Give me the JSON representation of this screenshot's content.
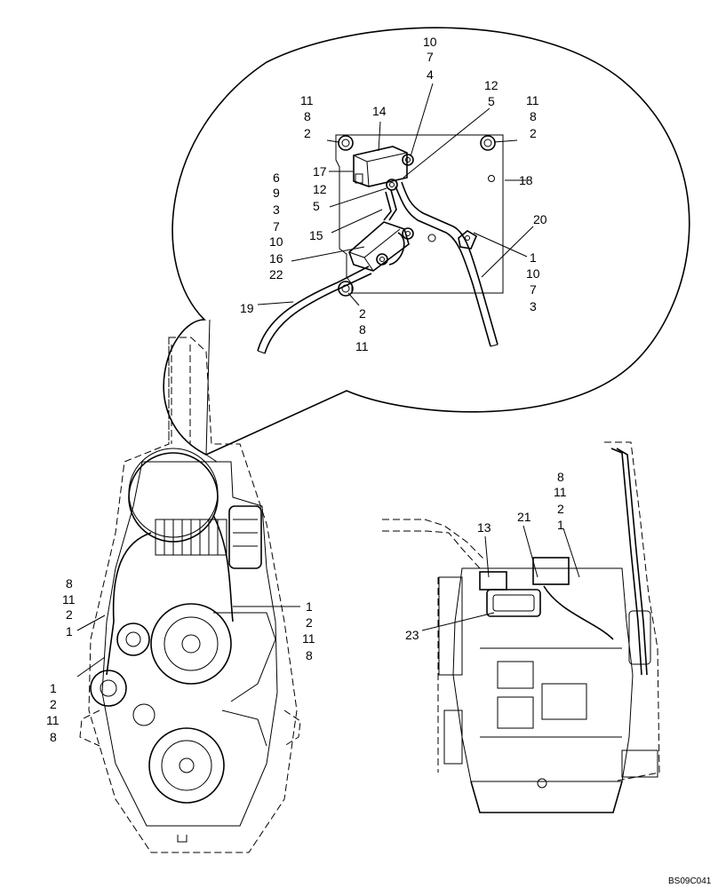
{
  "drawing_ref": "BS09C041",
  "callouts": {
    "detail_top_stack": [
      "10",
      "7",
      "4"
    ],
    "detail_right_stack_a": [
      "12",
      "5"
    ],
    "detail_right_stack_b": [
      "11",
      "8",
      "2"
    ],
    "detail_left_stack_a": [
      "11",
      "8",
      "2"
    ],
    "detail_label_14": "14",
    "detail_label_17": "17",
    "detail_label_18": "18",
    "detail_left_stack_b": [
      "6",
      "9",
      "3",
      "7",
      "10",
      "16",
      "22"
    ],
    "detail_mid_stack": [
      "12",
      "5"
    ],
    "detail_label_15": "15",
    "detail_label_20": "20",
    "detail_right_stack_c": [
      "1",
      "10",
      "7",
      "3"
    ],
    "detail_label_19": "19",
    "detail_bottom_stack": [
      "2",
      "8",
      "11"
    ],
    "left_view_stack_a": [
      "8",
      "11",
      "2",
      "1"
    ],
    "left_view_stack_b": [
      "1",
      "2",
      "11",
      "8"
    ],
    "left_view_stack_c": [
      "1",
      "2",
      "11",
      "8"
    ],
    "right_view_stack": [
      "8",
      "11",
      "2",
      "1"
    ],
    "right_view_label_21": "21",
    "right_view_label_13": "13",
    "right_view_label_23": "23"
  }
}
